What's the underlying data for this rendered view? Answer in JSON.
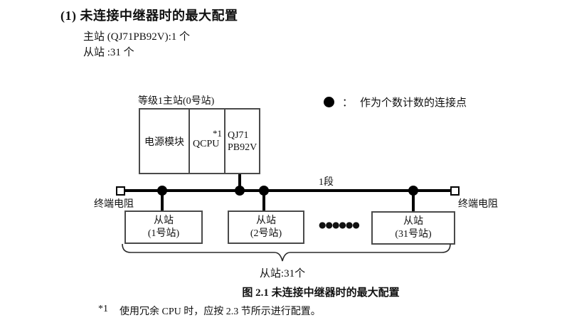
{
  "colors": {
    "line": "#000000",
    "box_border": "#4a4a4a",
    "text": "#111111"
  },
  "header": {
    "title": "(1) 未连接中继器时的最大配置",
    "line_master": "主站 (QJ71PB92V):1 个",
    "line_slave": "从站 :31 个"
  },
  "legend": {
    "separator": "：",
    "text": "作为个数计数的连接点"
  },
  "diagram": {
    "master": {
      "label": "等级1主站(0号站)",
      "power_module": "电源模块",
      "cpu": "QCPU",
      "cpu_note": "*1",
      "interface_line1": "QJ71",
      "interface_line2": "PB92V"
    },
    "bus": {
      "segment_label": "1段",
      "terminator_left_label": "终端电阻",
      "terminator_right_label": "终端电阻"
    },
    "slaves": [
      {
        "line1": "从站",
        "line2": "(1号站)"
      },
      {
        "line1": "从站",
        "line2": "(2号站)"
      },
      {
        "line1": "从站",
        "line2": "(31号站)"
      }
    ],
    "ellipsis": "●●●●●●",
    "brace_label": "从站:31个"
  },
  "caption": "图 2.1 未连接中继器时的最大配置",
  "footnote": {
    "marker": "*1",
    "text": "使用冗余 CPU 时，应按 2.3 节所示进行配置。"
  }
}
